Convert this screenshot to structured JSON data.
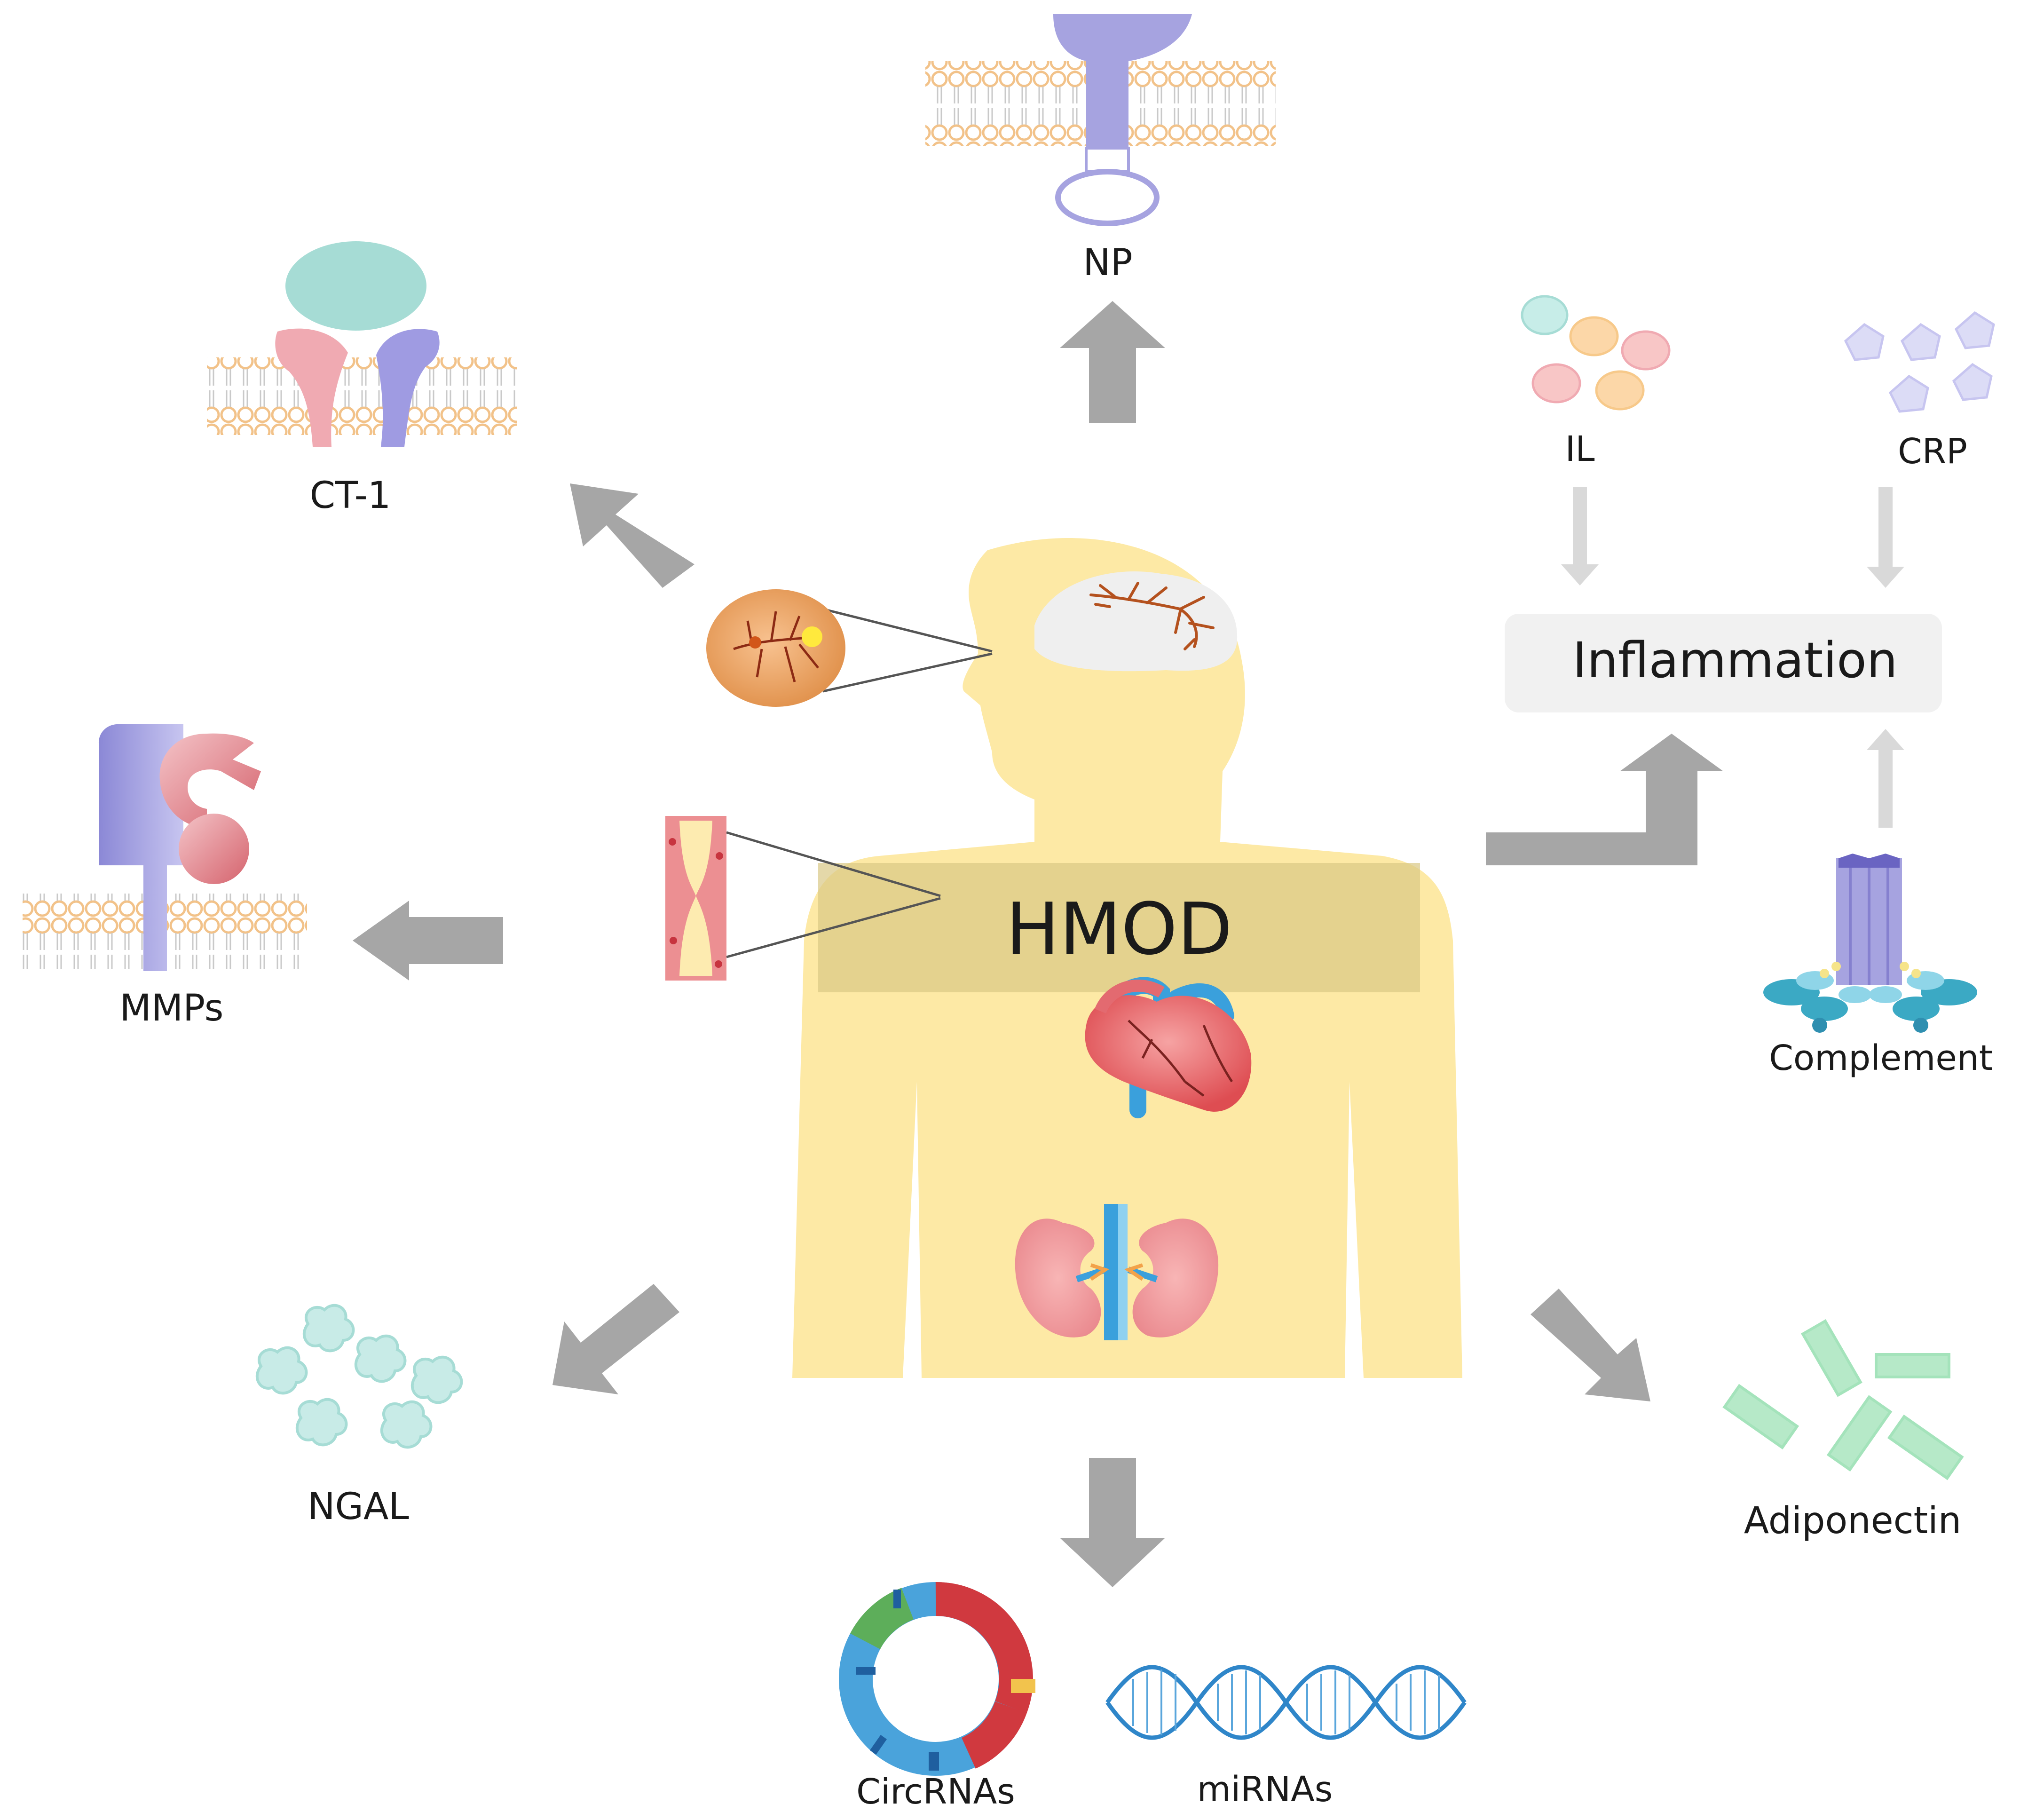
{
  "center": {
    "title": "HMOD"
  },
  "biomarkers": {
    "np": "NP",
    "ct1": "CT-1",
    "mmps": "MMPs",
    "ngal": "NGAL",
    "circrnas": "CircRNAs",
    "mirnas": "miRNAs",
    "adiponectin": "Adiponectin",
    "il": "IL",
    "crp": "CRP",
    "complement": "Complement"
  },
  "inflammation": {
    "label": "Inflammation"
  },
  "colors": {
    "body": "#fde9a5",
    "arrow": "#a6a6a6",
    "membrane": "#f7c98a",
    "receptor_purple": "#a6a3e0",
    "pink": "#e5868f",
    "teal": "#a6dcd5",
    "green": "#a4e3bb",
    "blue": "#3a86c8"
  }
}
